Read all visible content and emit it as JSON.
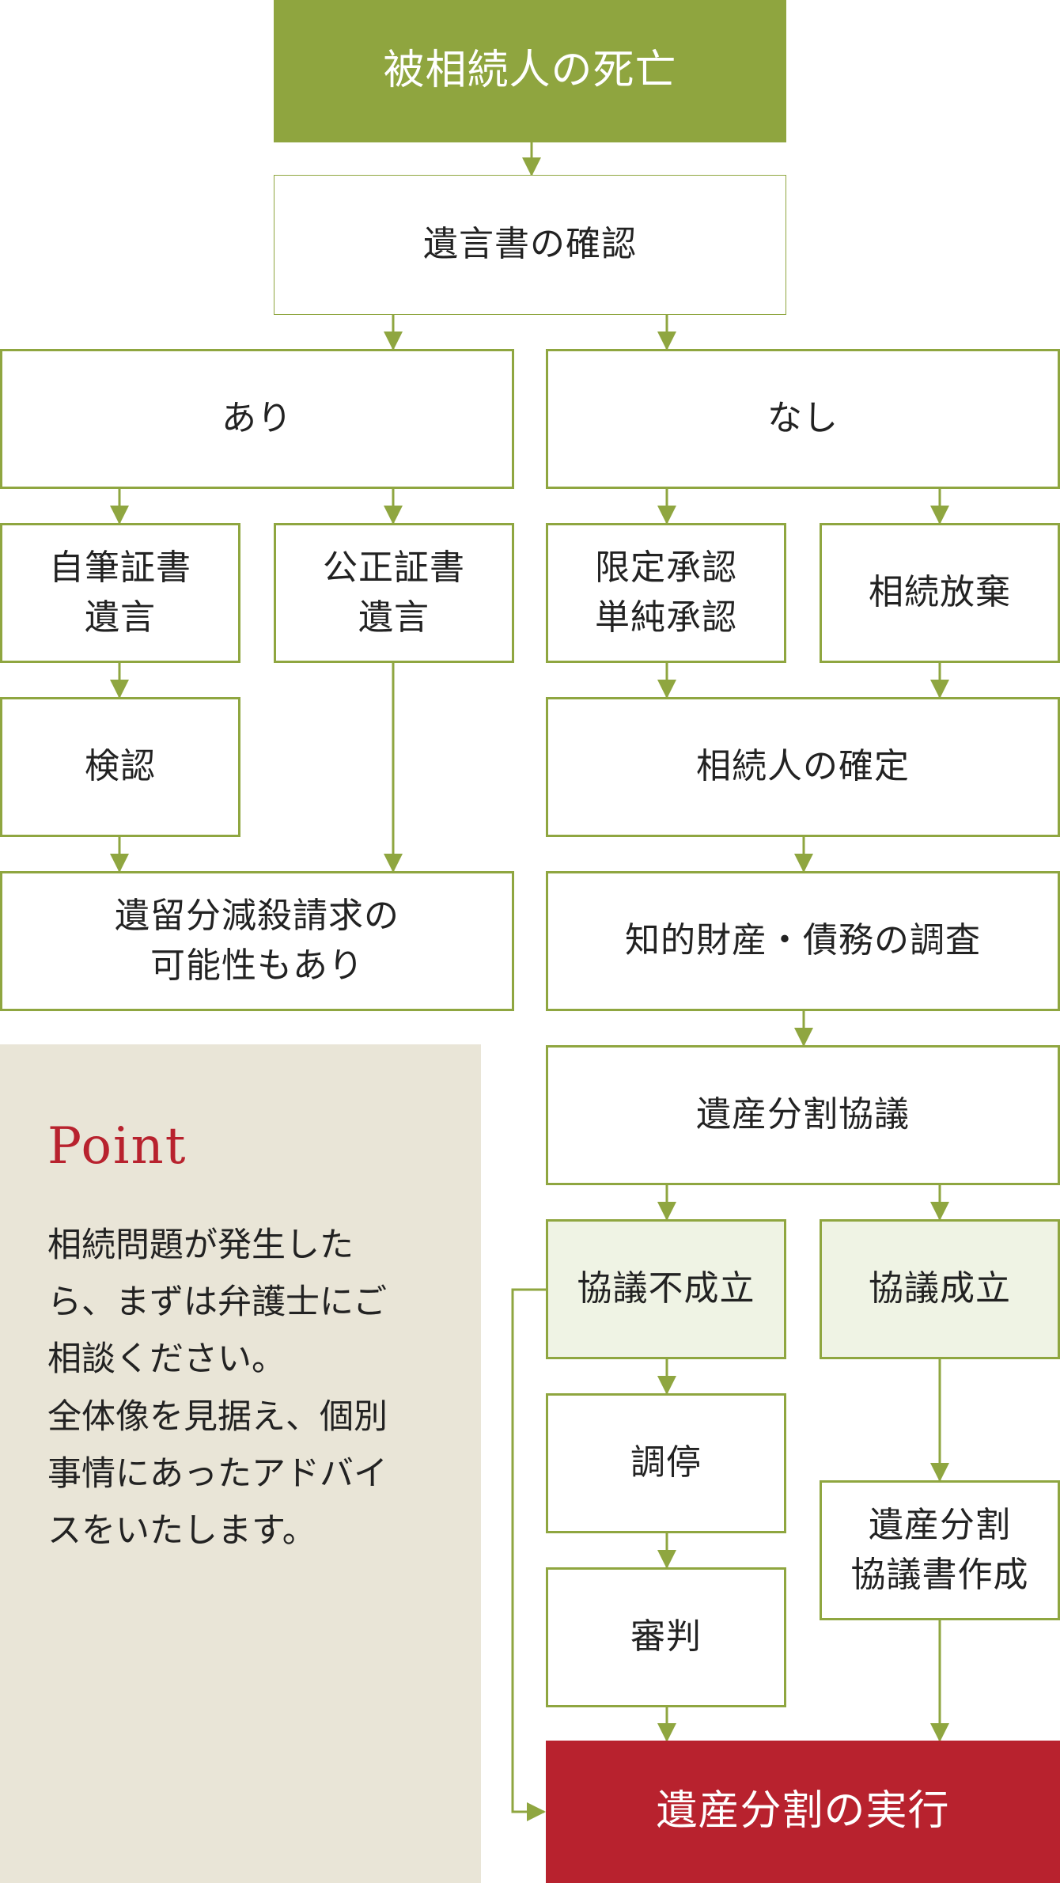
{
  "palette": {
    "green": "#8fa640",
    "green_fill": "#8fa53f",
    "pale_green": "#eff3e4",
    "red": "#b8222e",
    "beige": "#e9e5d7"
  },
  "flow": {
    "death": "被相続人の死亡",
    "will_check": "遺言書の確認",
    "will_yes": "あり",
    "will_no": "なし",
    "holographic_will": "自筆証書\n遺言",
    "notarial_will": "公正証書\n遺言",
    "acceptance": "限定承認\n単純承認",
    "renunciation": "相続放棄",
    "probate": "検認",
    "heir_confirmation": "相続人の確定",
    "forced_share_claim": "遺留分減殺請求の\n可能性もあり",
    "asset_debt_survey": "知的財産・債務の調査",
    "division_consultation": "遺産分割協議",
    "consultation_failed": "協議不成立",
    "consultation_success": "協議成立",
    "mediation": "調停",
    "judgment": "審判",
    "division_agreement_doc": "遺産分割\n協議書作成",
    "division_execution": "遺産分割の実行"
  },
  "point": {
    "title": "Point",
    "lines": [
      "相続問題が発生した",
      "ら、まずは弁護士にご",
      "相談ください。",
      "全体像を見据え、個別",
      "事情にあったアドバイ",
      "スをいたします。"
    ]
  }
}
